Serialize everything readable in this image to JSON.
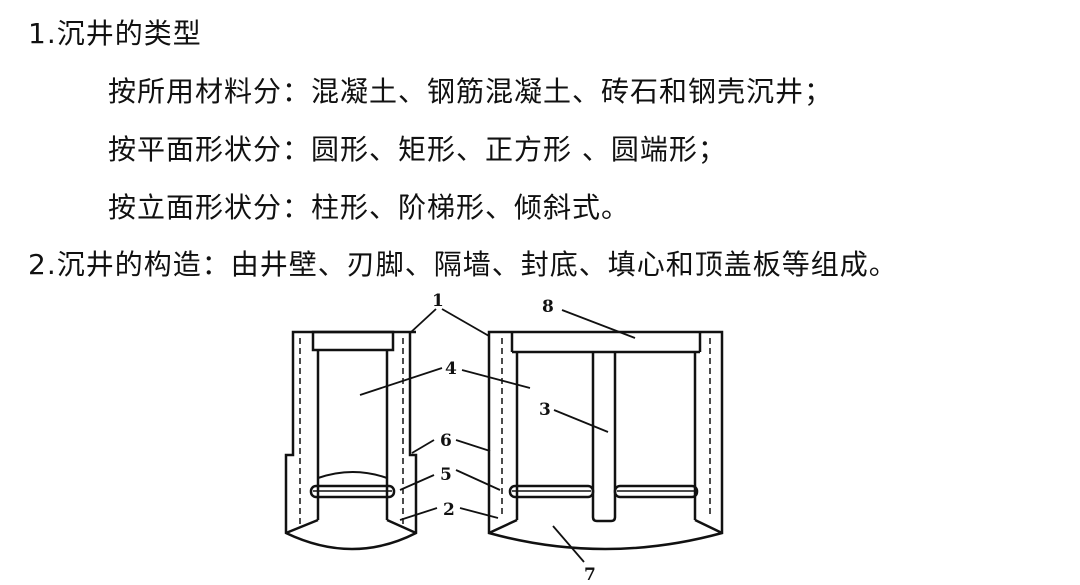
{
  "section1": {
    "heading": "1.沉井的类型",
    "items": [
      "按所用材料分：混凝土、钢筋混凝土、砖石和钢壳沉井；",
      "按平面形状分：圆形、矩形、正方形 、圆端形；",
      "按立面形状分：柱形、阶梯形、倾斜式。"
    ]
  },
  "section2": {
    "text": "2.沉井的构造：由井壁、刃脚、隔墙、封底、填心和顶盖板等组成。"
  },
  "diagram": {
    "labels": [
      "1",
      "2",
      "3",
      "4",
      "5",
      "6",
      "7",
      "8"
    ]
  }
}
